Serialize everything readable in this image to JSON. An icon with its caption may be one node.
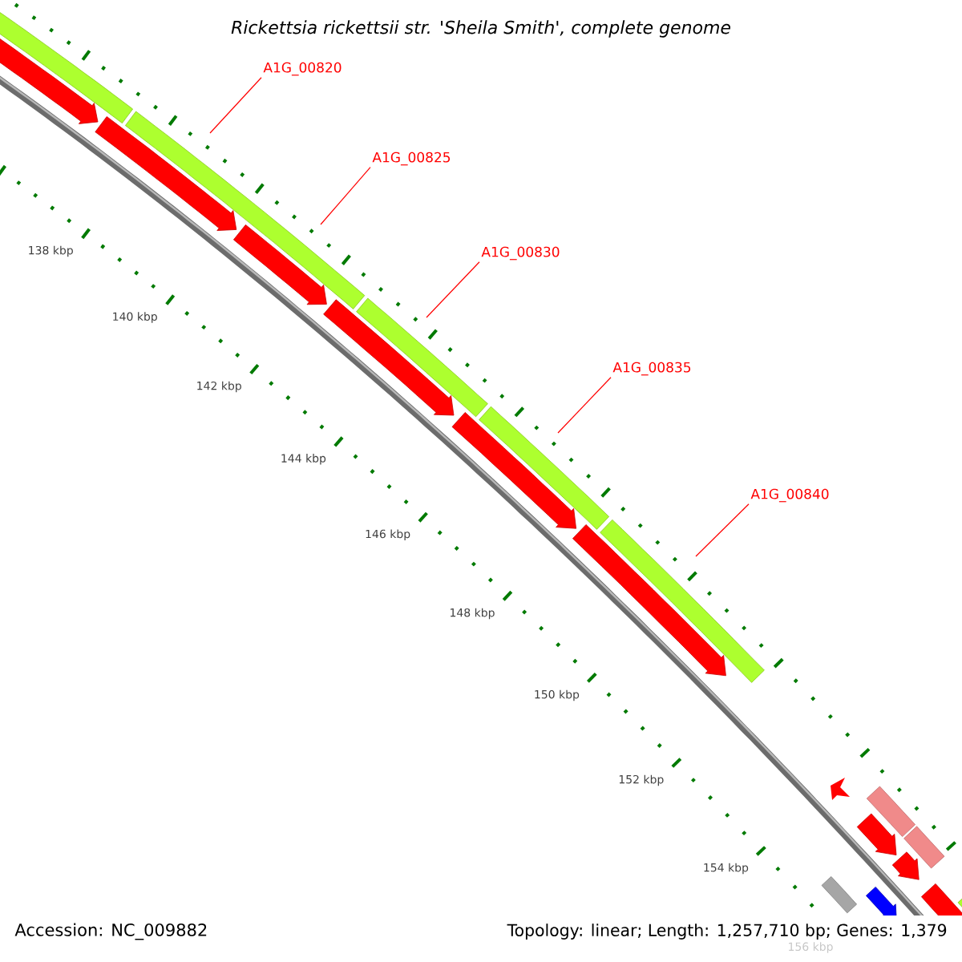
{
  "diagram": {
    "title": "Rickettsia rickettsii str. 'Sheila Smith', complete genome",
    "nodes": [
      {
        "text": [
          "A1G_00820"
        ]
      },
      {
        "text": [
          "A1G_00825"
        ]
      },
      {
        "text": [
          "A1G_00830"
        ]
      },
      {
        "text": [
          "A1G_00835"
        ]
      },
      {
        "text": [
          "A1G_00840"
        ]
      }
    ],
    "edges": [
      {
        "from": 0,
        "to": null,
        "arrow": "none"
      },
      {
        "from": 1,
        "to": null,
        "arrow": "none"
      },
      {
        "from": 2,
        "to": null,
        "arrow": "none"
      },
      {
        "from": 3,
        "to": null,
        "arrow": "none"
      },
      {
        "from": 4,
        "to": null,
        "arrow": "none"
      }
    ],
    "labels": [
      "138 kbp",
      "140 kbp",
      "142 kbp",
      "144 kbp",
      "146 kbp",
      "148 kbp",
      "150 kbp",
      "152 kbp",
      "154 kbp",
      "156 kbp",
      "Accession: NC_009882",
      "Topology: linear; Length: 1,257,710 bp; Genes: 1,379"
    ]
  }
}
